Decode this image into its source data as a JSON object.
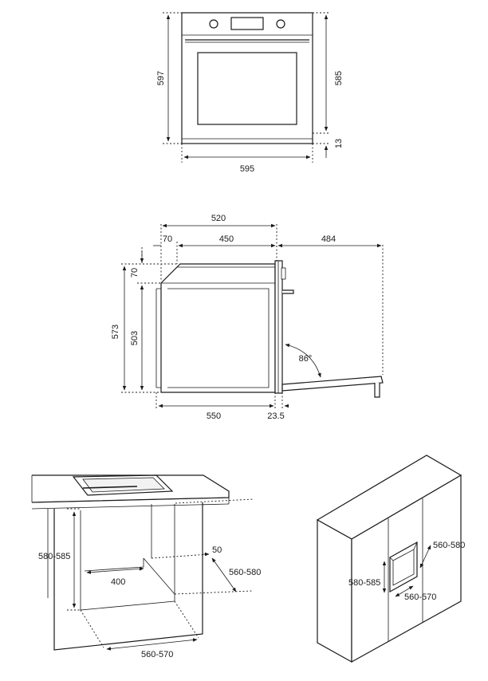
{
  "front_view": {
    "height_total": "597",
    "height_upper": "585",
    "height_lower": "13",
    "width": "595"
  },
  "side_view": {
    "depth_total": "520",
    "front_offset": "70",
    "depth_inner": "450",
    "door_open_reach": "484",
    "top_offset": "70",
    "height_total": "573",
    "height_inner": "503",
    "depth_bottom": "550",
    "front_panel": "23.5",
    "door_angle": "86°"
  },
  "undercounter_install": {
    "niche_height": "580-585",
    "vent_depth": "400",
    "rear_gap": "50",
    "niche_depth": "560-580",
    "niche_width": "560-570"
  },
  "column_install": {
    "niche_height": "580-585",
    "niche_depth": "560-580",
    "niche_width": "560-570"
  }
}
